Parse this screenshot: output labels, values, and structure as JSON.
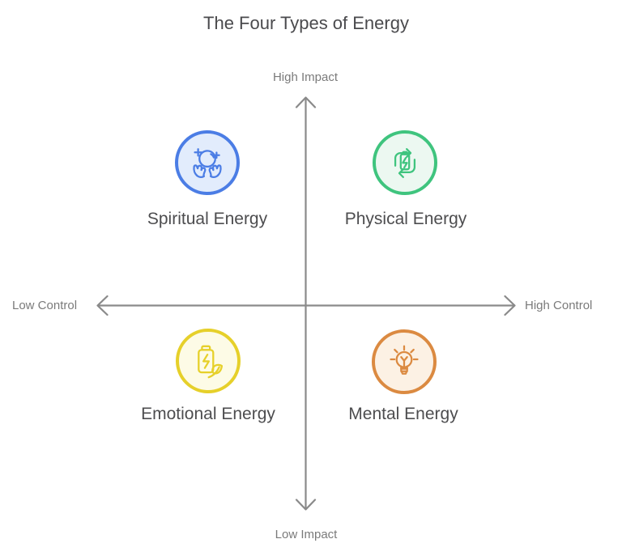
{
  "title": "The Four Types of Energy",
  "axes": {
    "top": "High Impact",
    "bottom": "Low Impact",
    "left": "Low Control",
    "right": "High Control"
  },
  "quadrants": [
    {
      "id": "spiritual",
      "label": "Spiritual Energy",
      "icon": "crystal-ball-in-hands-icon",
      "position": "top-left",
      "border_color": "#4b7de5",
      "fill_color": "#e2ecfc"
    },
    {
      "id": "physical",
      "label": "Physical Energy",
      "icon": "battery-recharge-cycle-icon",
      "position": "top-right",
      "border_color": "#3fc47e",
      "fill_color": "#ecf8f1"
    },
    {
      "id": "emotional",
      "label": "Emotional Energy",
      "icon": "battery-leaf-icon",
      "position": "bottom-left",
      "border_color": "#e6d02a",
      "fill_color": "#fdfbe6"
    },
    {
      "id": "mental",
      "label": "Mental Energy",
      "icon": "lightbulb-rays-icon",
      "position": "bottom-right",
      "border_color": "#db8a41",
      "fill_color": "#fcf1e4"
    }
  ],
  "colors": {
    "background": "#ffffff",
    "title_text": "#4a4a4d",
    "label_text": "#4d4d4f",
    "axis_text": "#7a7a7a",
    "axis_line": "#8a8a8a"
  }
}
